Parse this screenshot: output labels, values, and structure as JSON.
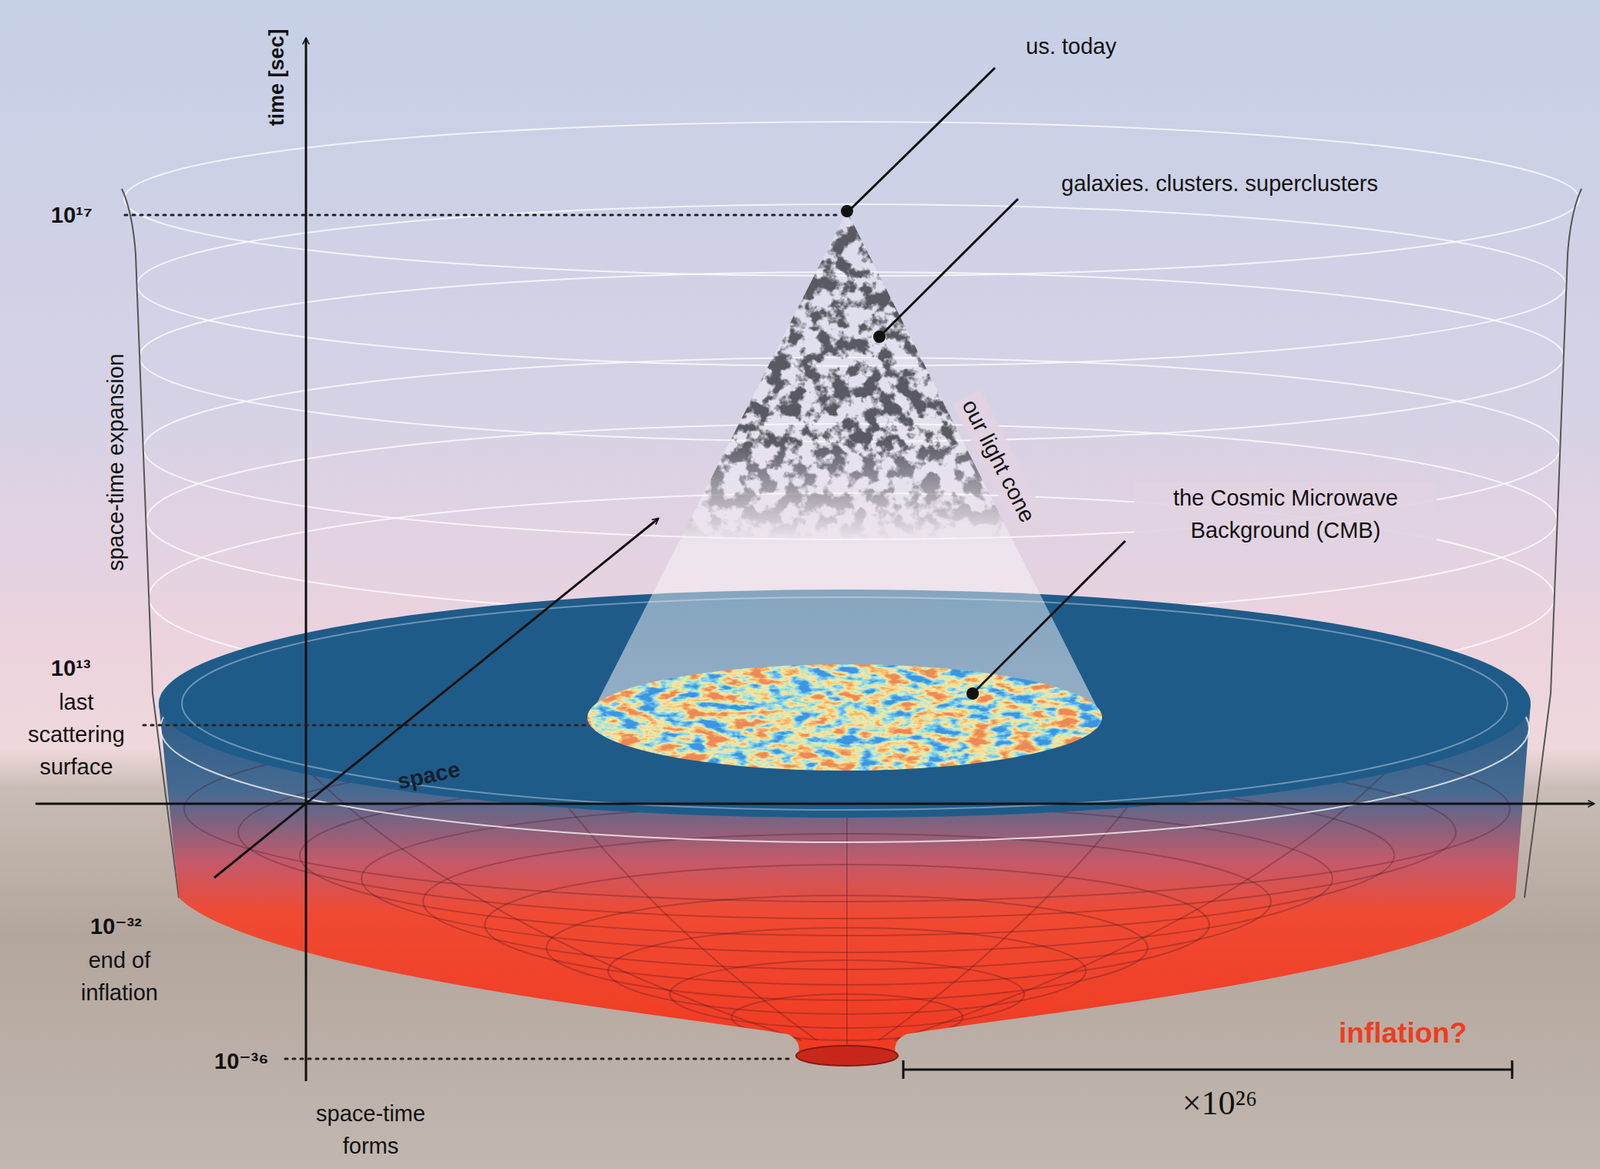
{
  "diagram": {
    "labels": [
      "time [sec]",
      "10¹⁷",
      "us. today",
      "galaxies. clusters. superclusters",
      "space-time expansion",
      "our light cone",
      "the Cosmic Microwave Background (CMB)",
      "10¹³",
      "last scattering surface",
      "space",
      "10⁻³²",
      "end of inflation",
      "inflation?",
      "10⁻³⁶",
      "×10²⁶",
      "space-time forms"
    ]
  }
}
